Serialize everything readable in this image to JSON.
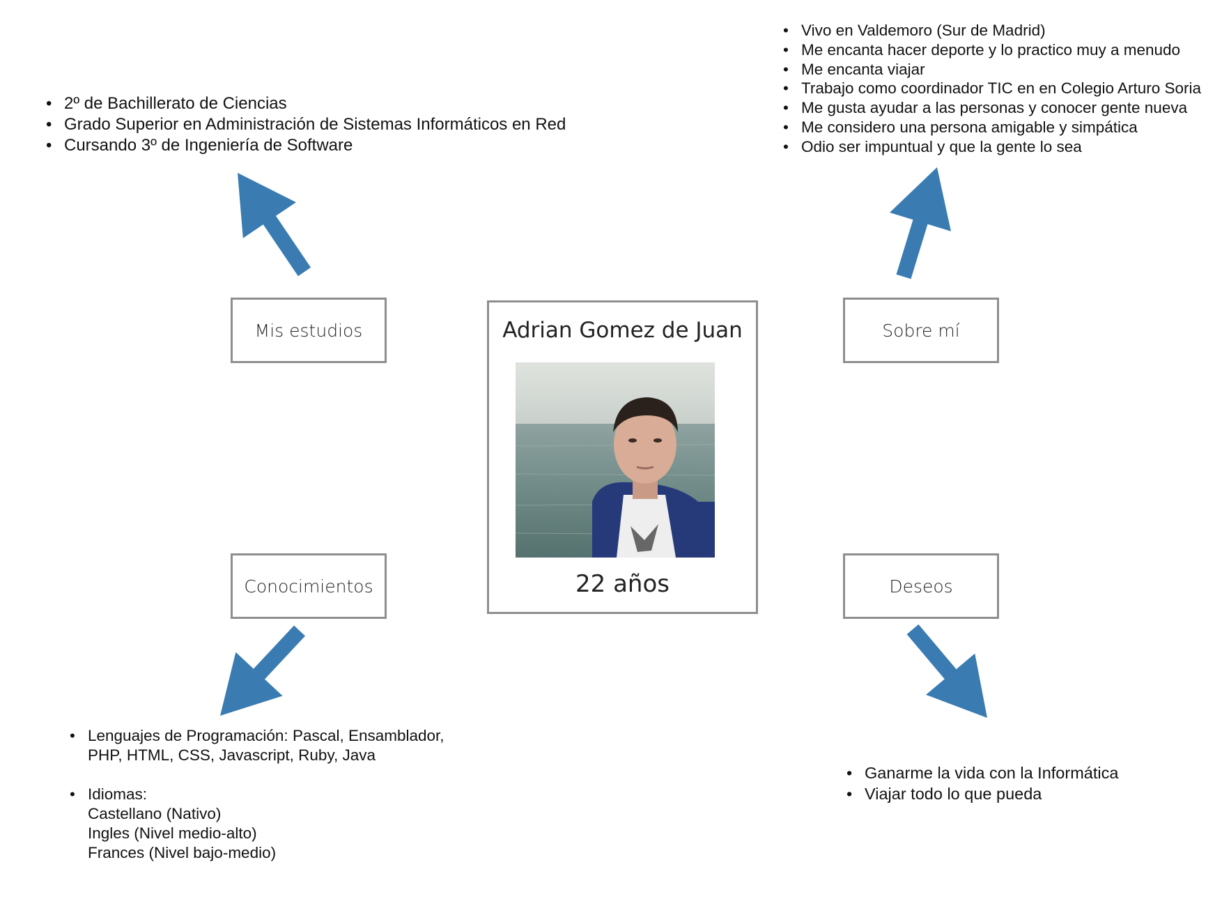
{
  "colors": {
    "arrow": "#3a7cb2",
    "box_border": "#8e8e8e"
  },
  "center": {
    "name": "Adrian Gomez de Juan",
    "age": "22 años"
  },
  "boxes": {
    "studies": "Mis estudios",
    "about": "Sobre mí",
    "knowledge": "Conocimientos",
    "wishes": "Deseos"
  },
  "studies_items": [
    "2º de Bachillerato de Ciencias",
    "Grado Superior en Administración de Sistemas Informáticos en Red",
    "Cursando 3º de Ingeniería de Software"
  ],
  "about_items": [
    "Vivo en Valdemoro (Sur de Madrid)",
    "Me encanta hacer deporte y lo practico muy a menudo",
    "Me encanta viajar",
    "Trabajo como coordinador TIC en en Colegio Arturo Soria",
    "Me gusta ayudar a las personas y conocer gente nueva",
    "Me considero una persona amigable y simpática",
    "Odio ser impuntual y que la gente lo sea"
  ],
  "knowledge_items": [
    {
      "lines": [
        "Lenguajes de Programación: Pascal, Ensamblador,",
        "PHP, HTML, CSS, Javascript, Ruby, Java"
      ]
    },
    {
      "lines": [
        "Idiomas:",
        "Castellano (Nativo)",
        "Ingles (Nivel medio-alto)",
        "Frances (Nivel bajo-medio)"
      ]
    }
  ],
  "wishes_items": [
    "Ganarme la vida con la Informática",
    "Viajar todo lo que pueda"
  ]
}
